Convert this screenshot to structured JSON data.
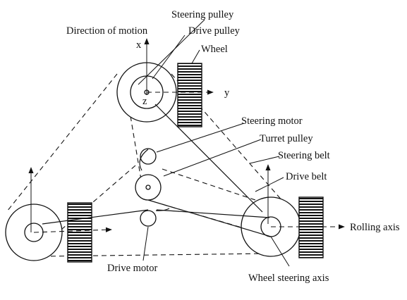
{
  "labels": {
    "direction_of_motion": "Direction of motion",
    "steering_pulley": "Steering pulley",
    "drive_pulley": "Drive pulley",
    "wheel": "Wheel",
    "axis_x": "x",
    "axis_y": "y",
    "axis_z": "z",
    "steering_motor": "Steering motor",
    "turret_pulley": "Turret pulley",
    "steering_belt": "Steering belt",
    "drive_belt": "Drive belt",
    "rolling_axis": "Rolling axis",
    "drive_motor": "Drive motor",
    "wheel_steering_axis": "Wheel steering axis"
  }
}
